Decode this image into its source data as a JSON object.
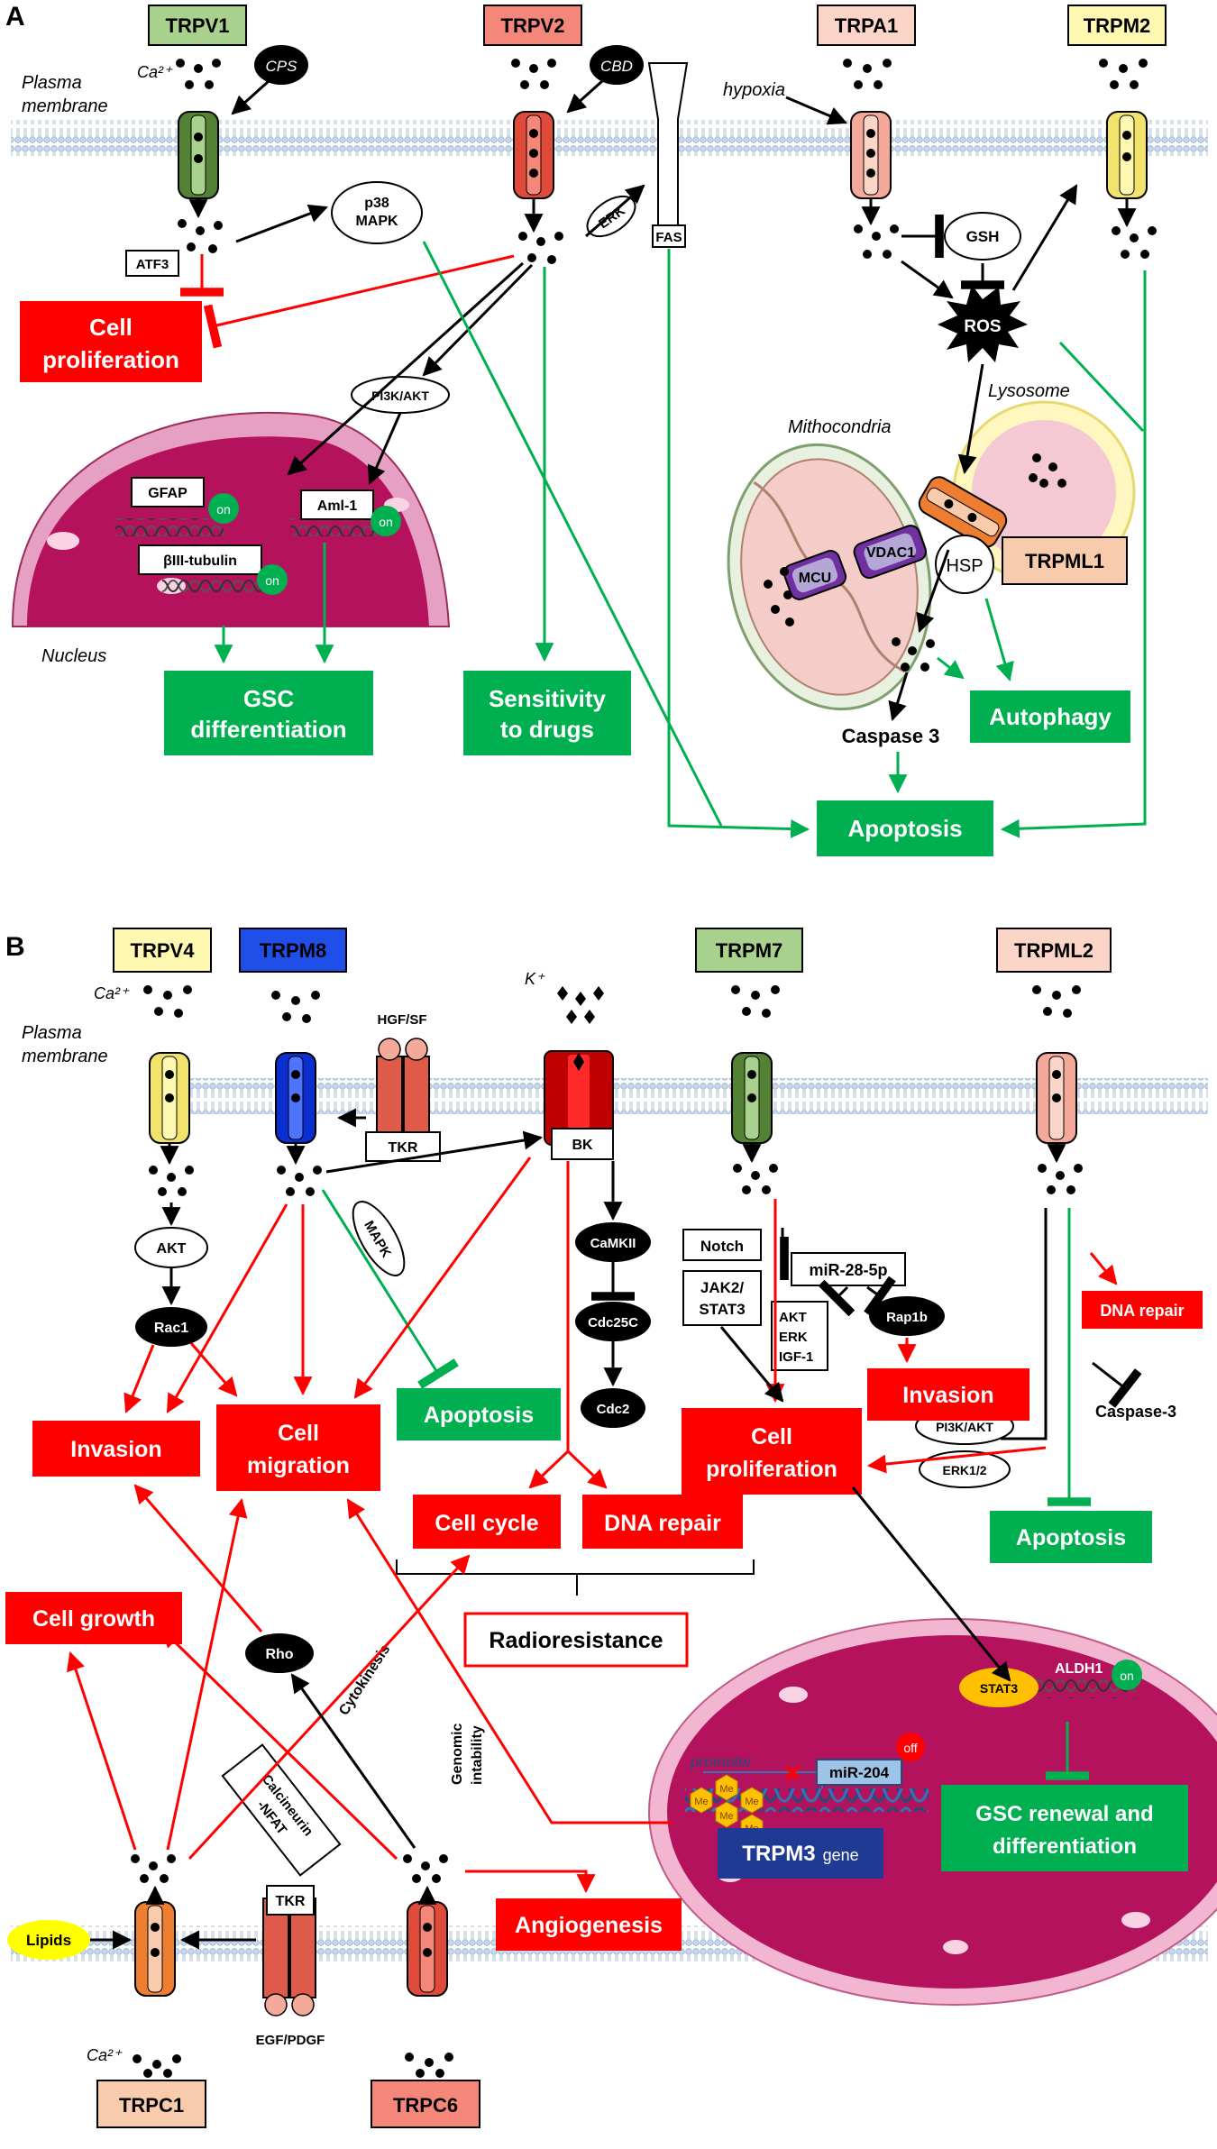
{
  "panel_a": {
    "letter": "A",
    "channels": {
      "trpv1": "TRPV1",
      "trpv2": "TRPV2",
      "trpa1": "TRPA1",
      "trpm2": "TRPM2",
      "trpml1": "TRPML1"
    },
    "labels": {
      "ca": "Ca²⁺",
      "plasma1": "Plasma",
      "plasma2": "membrane",
      "cps": "CPS",
      "cbd": "CBD",
      "fas": "FAS",
      "hypoxia": "hypoxia",
      "atf3": "ATF3",
      "p38a": "p38",
      "p38b": "MAPK",
      "erk": "ERK",
      "gsh": "GSH",
      "ros": "ROS",
      "pi3k": "PI3K/AKT",
      "gfap": "GFAP",
      "aml": "Aml-1",
      "tub": "βIII-tubulin",
      "on": "on",
      "nucleus": "Nucleus",
      "mito": "Mithocondria",
      "lyso": "Lysosome",
      "vdac": "VDAC1",
      "mcu": "MCU",
      "hsp": "HSP",
      "casp": "Caspase 3"
    },
    "outcomes": {
      "prolif1": "Cell",
      "prolif2": "proliferation",
      "gsc1": "GSC",
      "gsc2": "differentiation",
      "sens1": "Sensitivity",
      "sens2": "to drugs",
      "autophagy": "Autophagy",
      "apoptosis": "Apoptosis"
    }
  },
  "panel_b": {
    "letter": "B",
    "channels": {
      "trpv4": "TRPV4",
      "trpm8": "TRPM8",
      "trpm7": "TRPM7",
      "trpml2": "TRPML2",
      "trpc1": "TRPC1",
      "trpc6": "TRPC6"
    },
    "labels": {
      "ca": "Ca²⁺",
      "k": "K⁺",
      "plasma1": "Plasma",
      "plasma2": "membrane",
      "hgf": "HGF/SF",
      "tkr": "TKR",
      "bk": "BK",
      "akt": "AKT",
      "rac1": "Rac1",
      "mapk": "MAPK",
      "camk": "CaMKII",
      "cdc25": "Cdc25C",
      "cdc2": "Cdc2",
      "notch": "Notch",
      "jak1": "JAK2/",
      "jak2": "STAT3",
      "mir28": "miR-28-5p",
      "akt2": "AKT",
      "erk2": "ERK",
      "igf": "IGF-1",
      "rap1b": "Rap1b",
      "caspase3": "Caspase-3",
      "pi3k": "PI3K/AKT",
      "erk12": "ERK1/2",
      "rho": "Rho",
      "cytokinesis": "Cytokinesis",
      "calc1": "Calcineurin",
      "calc2": "-NFAT",
      "genomic1": "Genomic",
      "genomic2": "intability",
      "lipids": "Lipids",
      "tkr2": "TKR",
      "egf": "EGF/PDGF",
      "promoter": "promoter",
      "mir204": "miR-204",
      "off": "off",
      "me": "Me",
      "stat3": "STAT3",
      "aldh1": "ALDH1",
      "on": "on",
      "trpm3": "TRPM3",
      "gene": "gene"
    },
    "outcomes": {
      "invasion": "Invasion",
      "migr1": "Cell",
      "migr2": "migration",
      "apoptosis": "Apoptosis",
      "dnarepair_s": "DNA repair",
      "invasion2": "Invasion",
      "prolif1": "Cell",
      "prolif2": "proliferation",
      "apoptosis2": "Apoptosis",
      "cellcycle": "Cell cycle",
      "dnarepair": "DNA repair",
      "radio": "Radioresistance",
      "growth": "Cell growth",
      "angio": "Angiogenesis",
      "gscr1": "GSC renewal and",
      "gscr2": "differentiation"
    }
  },
  "colors": {
    "red": "#ff0000",
    "green": "#00b050",
    "membrane": "#b8cce4",
    "nucleus": "#b5125e"
  }
}
